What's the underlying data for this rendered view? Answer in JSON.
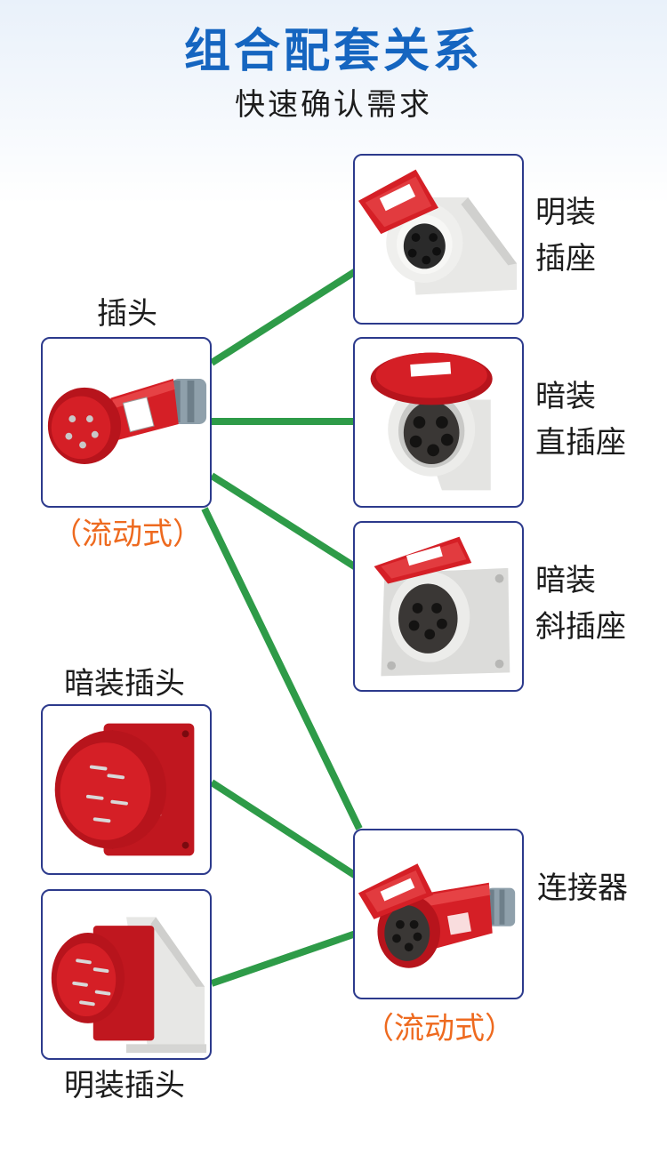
{
  "header": {
    "title": "组合配套关系",
    "subtitle": "快速确认需求"
  },
  "colors": {
    "title": "#1565c0",
    "box_border": "#2c3a8c",
    "line": "#2e9b48",
    "note": "#ee6a1f",
    "product_red": "#d51f26"
  },
  "products": {
    "plug": {
      "label": "插头",
      "note": "（流动式）"
    },
    "concealed_plug": {
      "label": "暗装插头"
    },
    "surface_plug": {
      "label": "明装插头"
    },
    "surface_socket": {
      "label_line1": "明装",
      "label_line2": "插座"
    },
    "concealed_straight_socket": {
      "label_line1": "暗装",
      "label_line2": "直插座"
    },
    "concealed_angled_socket": {
      "label_line1": "暗装",
      "label_line2": "斜插座"
    },
    "connector": {
      "label": "连接器",
      "note": "（流动式）"
    }
  }
}
